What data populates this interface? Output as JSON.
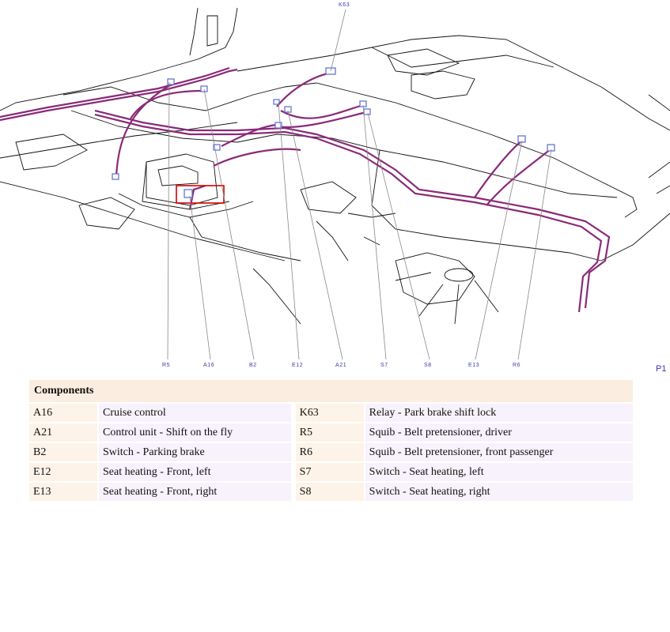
{
  "diagram": {
    "callouts_bottom": [
      "R5",
      "A16",
      "B2",
      "E12",
      "A21",
      "S7",
      "S8",
      "E13",
      "R6"
    ],
    "callout_top": "K63",
    "page_ref": "P1",
    "colors": {
      "harness": "#8a2a78",
      "lines": "#111111",
      "labels": "#3b3bb5",
      "highlight": "#d40000",
      "connectors": "#5b6cd0"
    }
  },
  "table": {
    "header": "Components",
    "rows": [
      {
        "left_code": "A16",
        "left_desc": "Cruise control",
        "right_code": "K63",
        "right_desc": "Relay - Park brake shift lock"
      },
      {
        "left_code": "A21",
        "left_desc": "Control unit - Shift on the fly",
        "right_code": "R5",
        "right_desc": "Squib - Belt pretensioner, driver"
      },
      {
        "left_code": "B2",
        "left_desc": "Switch - Parking brake",
        "right_code": "R6",
        "right_desc": "Squib - Belt pretensioner, front passenger"
      },
      {
        "left_code": "E12",
        "left_desc": "Seat heating - Front, left",
        "right_code": "S7",
        "right_desc": "Switch - Seat heating, left"
      },
      {
        "left_code": "E13",
        "left_desc": "Seat heating - Front, right",
        "right_code": "S8",
        "right_desc": "Switch - Seat heating, right"
      }
    ]
  }
}
